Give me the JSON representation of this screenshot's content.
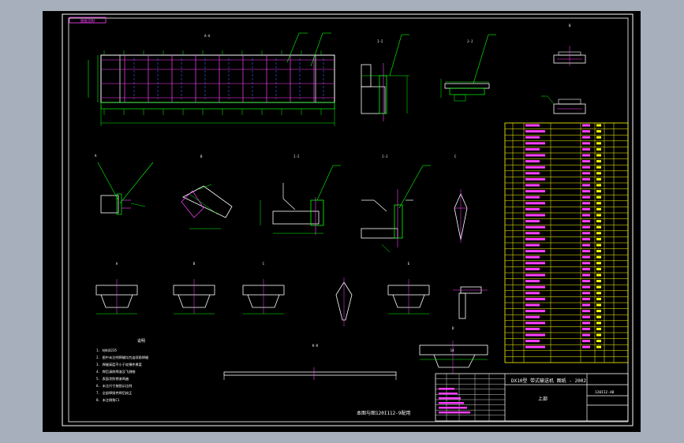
{
  "drawing": {
    "title_block": {
      "main_title": "DX10型 带式输送机 图纸 - 2002",
      "part_name": "上部",
      "drawing_number": "120I12-4B"
    },
    "note_heading": "说明",
    "notes": [
      "1. 材料Q235",
      "2. 图中未注明焊缝均为连续角焊缝",
      "3. 焊缝高度不小于较薄件厚度",
      "4. 焊后清除焊渣及飞溅物",
      "5. 表面涂防锈漆两遍",
      "6. 未注尺寸按图示比例",
      "7. 全部焊接件焊后校正",
      "8. 未注倒角C1"
    ],
    "bottom_caption": "本图与图120I112-9配用",
    "stamp_text": "图纸见附"
  }
}
